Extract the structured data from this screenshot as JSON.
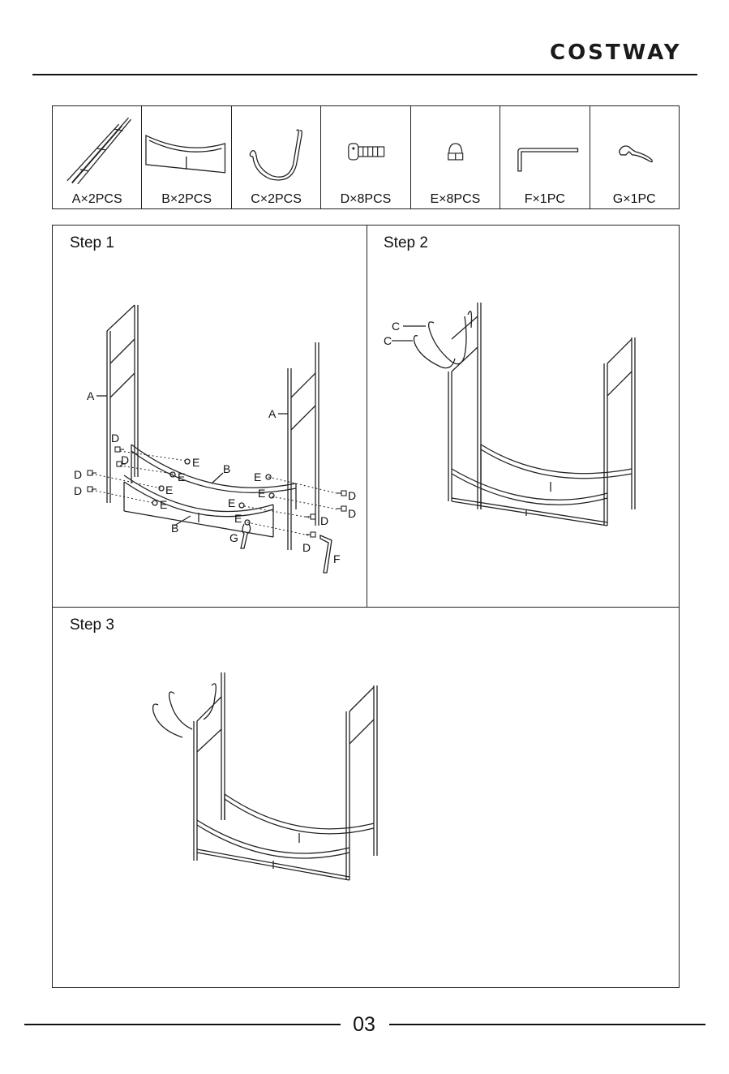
{
  "header": {
    "brand": "COSTWAY"
  },
  "parts": [
    {
      "qty": "A×2PCS",
      "icon": "frame-ladder-icon"
    },
    {
      "qty": "B×2PCS",
      "icon": "curved-bar-icon"
    },
    {
      "qty": "C×2PCS",
      "icon": "hook-icon"
    },
    {
      "qty": "D×8PCS",
      "icon": "bolt-icon"
    },
    {
      "qty": "E×8PCS",
      "icon": "cap-nut-icon"
    },
    {
      "qty": "F×1PC",
      "icon": "allen-key-icon"
    },
    {
      "qty": "G×1PC",
      "icon": "wrench-icon"
    }
  ],
  "steps": [
    {
      "title": "Step 1",
      "labels": {
        "A": "A",
        "B": "B",
        "D": "D",
        "E": "E",
        "F": "F",
        "G": "G"
      }
    },
    {
      "title": "Step 2",
      "labels": {
        "C": "C"
      }
    },
    {
      "title": "Step 3"
    }
  ],
  "footer": {
    "page_number": "03"
  }
}
